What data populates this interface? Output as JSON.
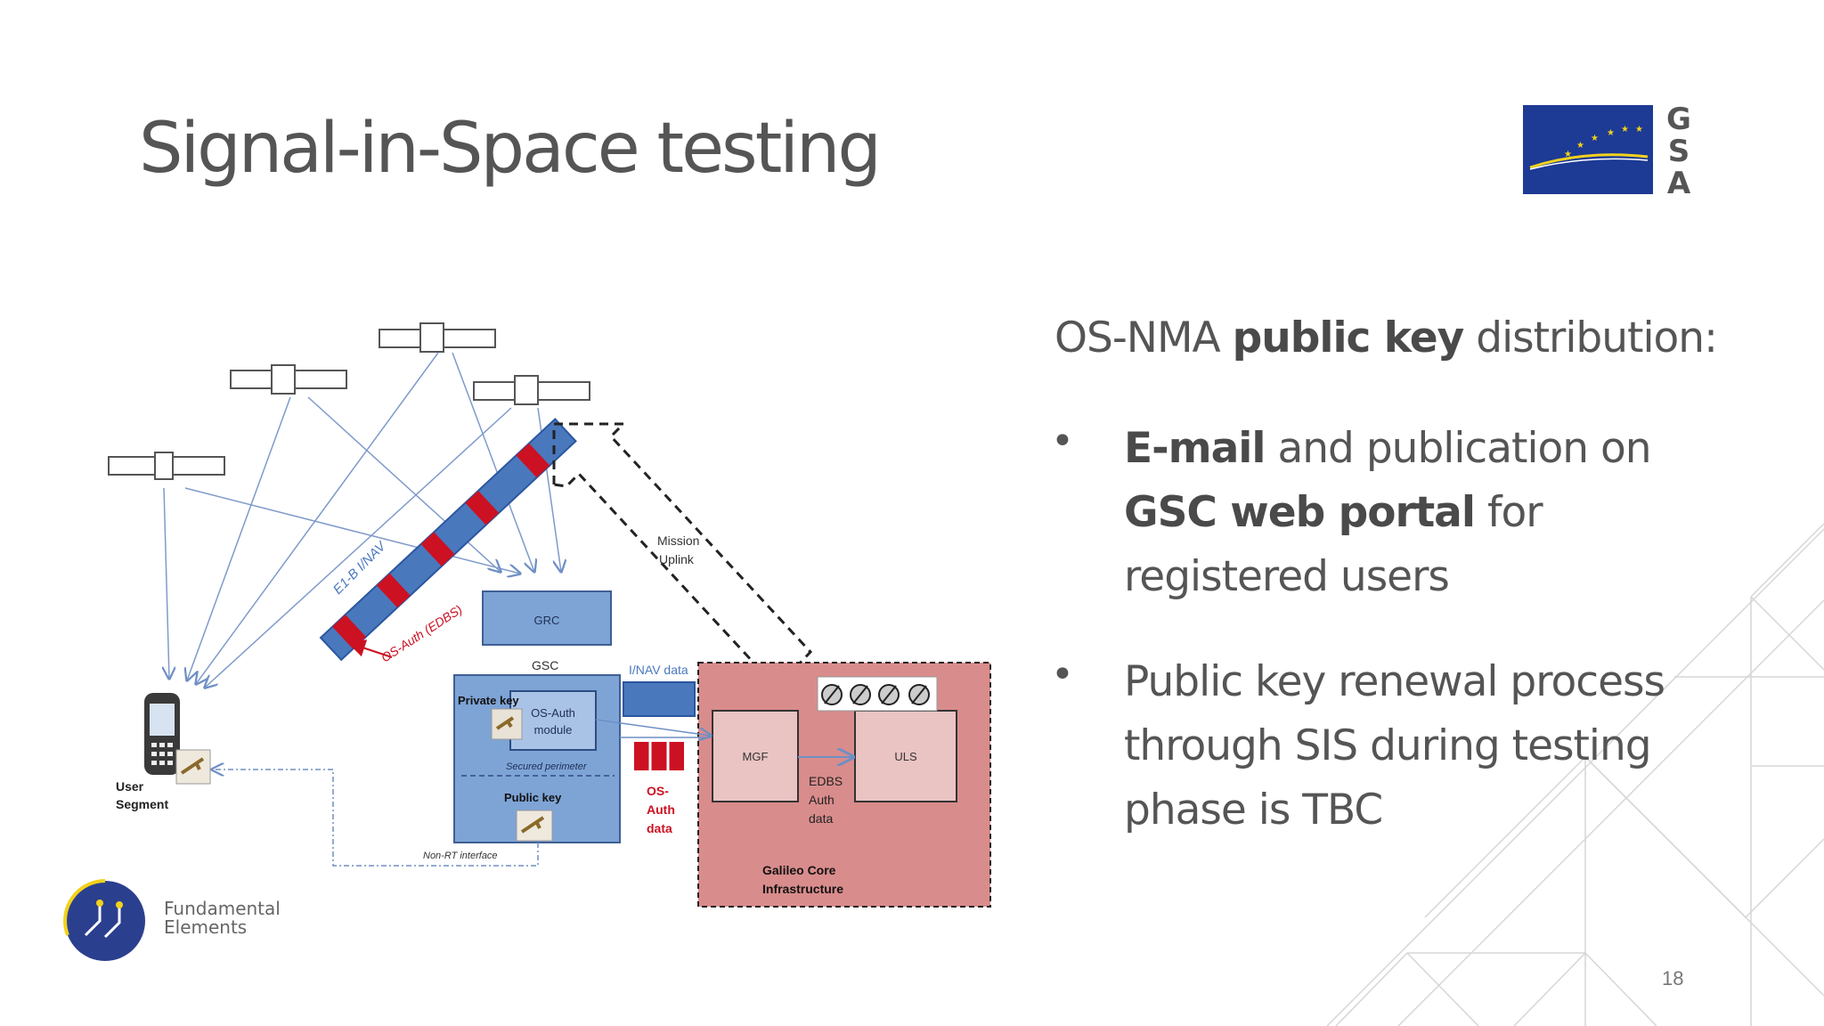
{
  "slide": {
    "title": "Signal-in-Space testing",
    "page_number": "18",
    "logo_letters": [
      "G",
      "S",
      "A"
    ],
    "fundamental_elements": [
      "Fundamental",
      "Elements"
    ]
  },
  "content": {
    "lead_plain": "OS-NMA ",
    "lead_bold": "public key",
    "lead_tail": " distribution:",
    "bullets": [
      {
        "line1_bold": "E-mail",
        "line1_plain": " and publication on",
        "line2_bold": "GSC web portal",
        "line2_plain": " for",
        "line3": "registered users"
      },
      {
        "line1": "Public key renewal process",
        "line2": "through SIS during testing",
        "line3": "phase is TBC"
      }
    ]
  },
  "diagram": {
    "label_inav": "E1-B I/NAV",
    "label_osauth_edbs": "OS-Auth (EDBS)",
    "label_mission_uplink": [
      "Mission",
      "Uplink"
    ],
    "label_grc": "GRC",
    "label_gsc": "GSC",
    "label_inav_data": "I/NAV data",
    "label_private_key": "Private key",
    "label_osauth_module": [
      "OS-Auth",
      "module"
    ],
    "label_secured_perimeter": "Secured perimeter",
    "label_public_key": "Public key",
    "label_osauth_data": [
      "OS-",
      "Auth",
      "data"
    ],
    "label_mgf": "MGF",
    "label_uls": "ULS",
    "label_edbs_auth": [
      "EDBS",
      "Auth",
      "data"
    ],
    "label_galileo": [
      "Galileo Core",
      "Infrastructure"
    ],
    "label_user_segment": [
      "User",
      "Segment"
    ],
    "label_nonrt": "Non-RT interface"
  },
  "colors": {
    "title": "#555555",
    "band_blue": "#4a78bd",
    "band_red": "#cc1122",
    "box_blue": "#7ea4d6",
    "galileo_pink": "#d98c8c",
    "eu_blue": "#1d3a94",
    "eu_yellow": "#f2d21b"
  }
}
